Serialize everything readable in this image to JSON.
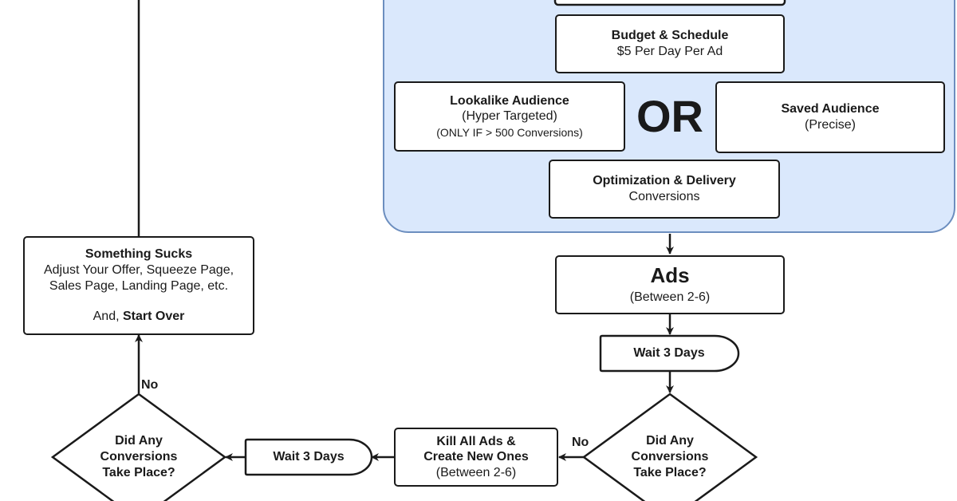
{
  "budget": {
    "title": "Budget & Schedule",
    "subtitle": "$5 Per Day Per Ad"
  },
  "lookalike": {
    "title": "Lookalike Audience",
    "subtitle": "(Hyper Targeted)",
    "note": "(ONLY IF > 500 Conversions)"
  },
  "or_label": "OR",
  "saved": {
    "title": "Saved Audience",
    "subtitle": "(Precise)"
  },
  "optimization": {
    "title": "Optimization & Delivery",
    "subtitle": "Conversions"
  },
  "ads": {
    "title": "Ads",
    "subtitle": "(Between 2-6)"
  },
  "wait_right": {
    "label": "Wait 3 Days"
  },
  "decision_right": {
    "line1": "Did Any",
    "line2": "Conversions",
    "line3": "Take Place?"
  },
  "no_right": "No",
  "kill": {
    "line1": "Kill All Ads &",
    "line2": "Create New Ones",
    "line3": "(Between 2-6)"
  },
  "wait_left": {
    "label": "Wait 3 Days"
  },
  "decision_left": {
    "line1": "Did Any",
    "line2": "Conversions",
    "line3": "Take Place?"
  },
  "no_left": "No",
  "something": {
    "title": "Something Sucks",
    "line1": "Adjust Your Offer, Squeeze Page,",
    "line2": "Sales Page, Landing Page, etc.",
    "line3_prefix": "And, ",
    "line3_bold": "Start Over"
  }
}
